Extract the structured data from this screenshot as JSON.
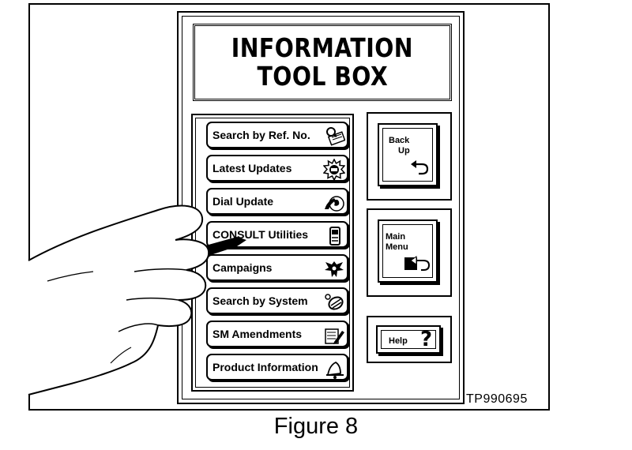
{
  "title": {
    "line1": "INFORMATION",
    "line2": "TOOL BOX"
  },
  "menu": {
    "items": [
      {
        "label": "Search by Ref. No.",
        "icon": "magnifier-doc-icon"
      },
      {
        "label": "Latest Updates",
        "icon": "new-starburst-icon"
      },
      {
        "label": "Dial Update",
        "icon": "globe-phone-icon"
      },
      {
        "label": "CONSULT Utilities",
        "icon": "consult-device-icon"
      },
      {
        "label": "Campaigns",
        "icon": "eagle-emblem-icon"
      },
      {
        "label": "Search by System",
        "icon": "system-component-icon"
      },
      {
        "label": "SM Amendments",
        "icon": "manual-pencil-icon"
      },
      {
        "label": "Product Information",
        "icon": "bell-product-icon"
      }
    ]
  },
  "side_buttons": {
    "back_up": {
      "line1": "Back",
      "line2": "Up"
    },
    "main_menu": {
      "line1": "Main",
      "line2": "Menu"
    },
    "help": {
      "label": "Help",
      "glyph": "?"
    }
  },
  "ref_code": "TP990695",
  "caption": "Figure 8"
}
